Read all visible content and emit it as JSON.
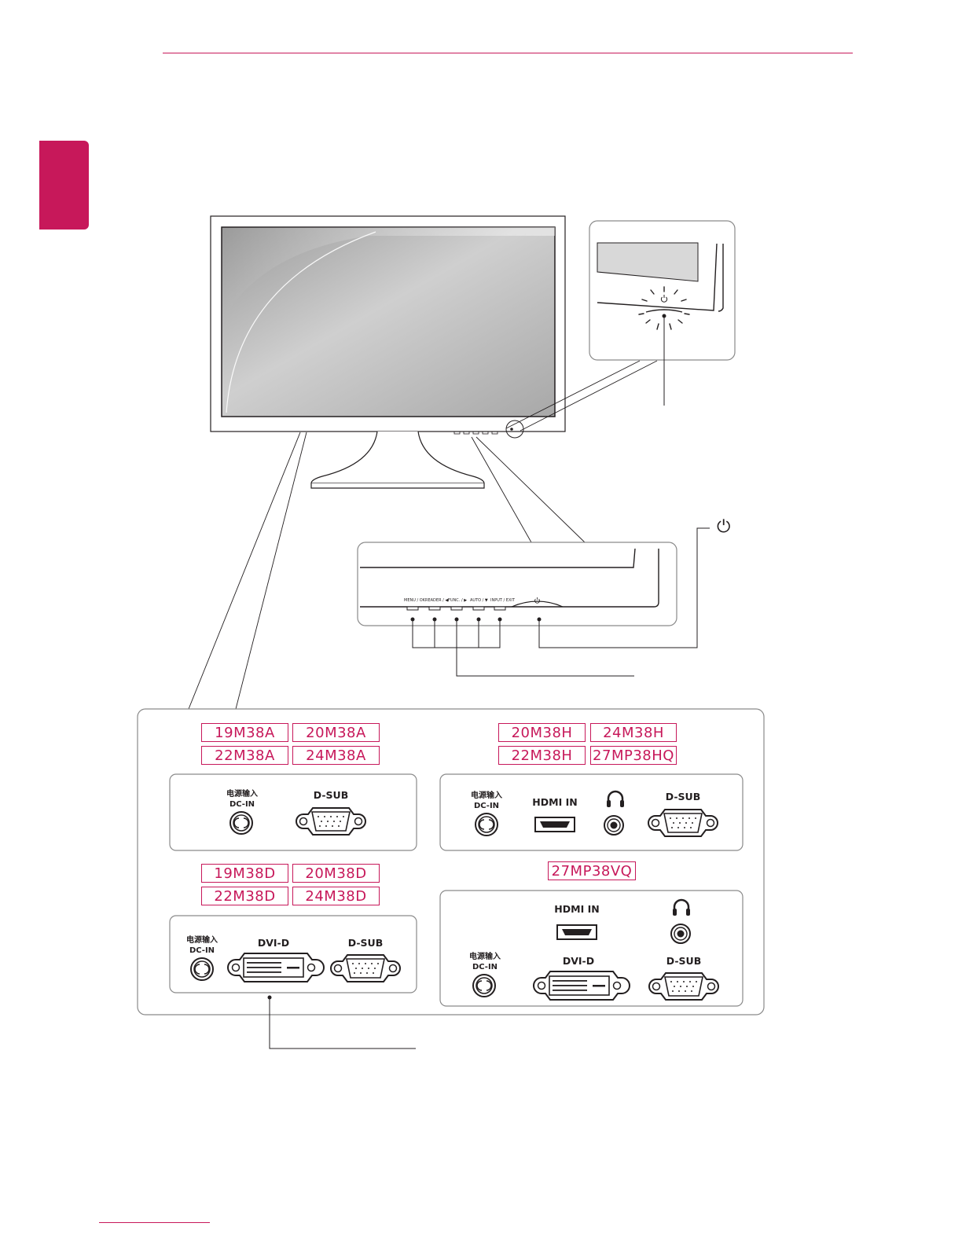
{
  "colors": {
    "accent": "#c7185a",
    "line": "#231f20",
    "panel_border": "#8a8a8a"
  },
  "control_buttons": [
    "MENU / OK",
    "READER / ◀",
    "FUNC. / ▶",
    "AUTO / ▼",
    "INPUT / EXIT"
  ],
  "power_symbol": "⏻",
  "groups": [
    {
      "models": [
        "19M38A",
        "20M38A",
        "22M38A",
        "24M38A"
      ],
      "ports": {
        "dc_in_cn": "电源输入",
        "dc_in": "DC-IN",
        "dsub": "D-SUB"
      }
    },
    {
      "models": [
        "20M38H",
        "24M38H",
        "22M38H",
        "27MP38HQ"
      ],
      "ports": {
        "dc_in_cn": "电源输入",
        "dc_in": "DC-IN",
        "hdmi": "HDMI IN",
        "dsub": "D-SUB"
      }
    },
    {
      "models": [
        "19M38D",
        "20M38D",
        "22M38D",
        "24M38D"
      ],
      "ports": {
        "dc_in_cn": "电源输入",
        "dc_in": "DC-IN",
        "dvi": "DVI-D",
        "dsub": "D-SUB"
      }
    },
    {
      "models": [
        "27MP38VQ"
      ],
      "ports": {
        "dc_in_cn": "电源输入",
        "dc_in": "DC-IN",
        "hdmi": "HDMI IN",
        "dvi": "DVI-D",
        "dsub": "D-SUB"
      }
    }
  ]
}
